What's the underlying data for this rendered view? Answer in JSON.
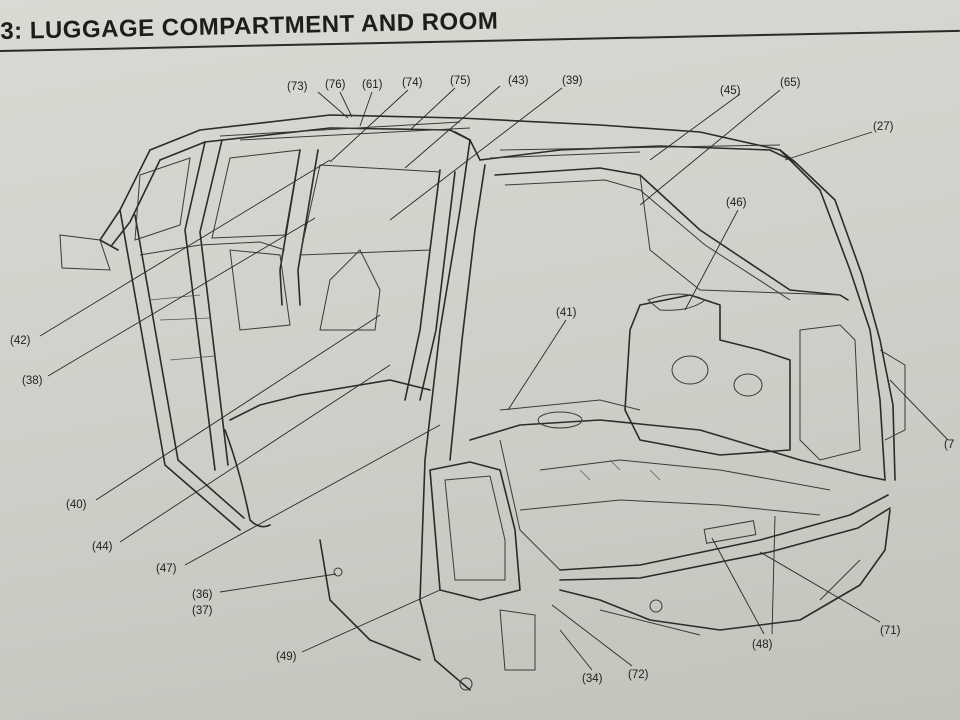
{
  "heading": "3: LUGGAGE COMPARTMENT AND ROOM",
  "callouts": [
    {
      "id": "c73",
      "text": "(73)"
    },
    {
      "id": "c76",
      "text": "(76)"
    },
    {
      "id": "c61",
      "text": "(61)"
    },
    {
      "id": "c74",
      "text": "(74)"
    },
    {
      "id": "c75",
      "text": "(75)"
    },
    {
      "id": "c43",
      "text": "(43)"
    },
    {
      "id": "c39",
      "text": "(39)"
    },
    {
      "id": "c45",
      "text": "(45)"
    },
    {
      "id": "c65",
      "text": "(65)"
    },
    {
      "id": "c27",
      "text": "(27)"
    },
    {
      "id": "c46",
      "text": "(46)"
    },
    {
      "id": "c41",
      "text": "(41)"
    },
    {
      "id": "c42",
      "text": "(42)"
    },
    {
      "id": "c38",
      "text": "(38)"
    },
    {
      "id": "c40",
      "text": "(40)"
    },
    {
      "id": "c44",
      "text": "(44)"
    },
    {
      "id": "c47",
      "text": "(47)"
    },
    {
      "id": "c36",
      "text": "(36)"
    },
    {
      "id": "c37",
      "text": "(37)"
    },
    {
      "id": "c49",
      "text": "(49)"
    },
    {
      "id": "c34",
      "text": "(34)"
    },
    {
      "id": "c72",
      "text": "(72)"
    },
    {
      "id": "c48",
      "text": "(48)"
    },
    {
      "id": "c71",
      "text": "(71)"
    },
    {
      "id": "c7",
      "text": "(7"
    }
  ]
}
